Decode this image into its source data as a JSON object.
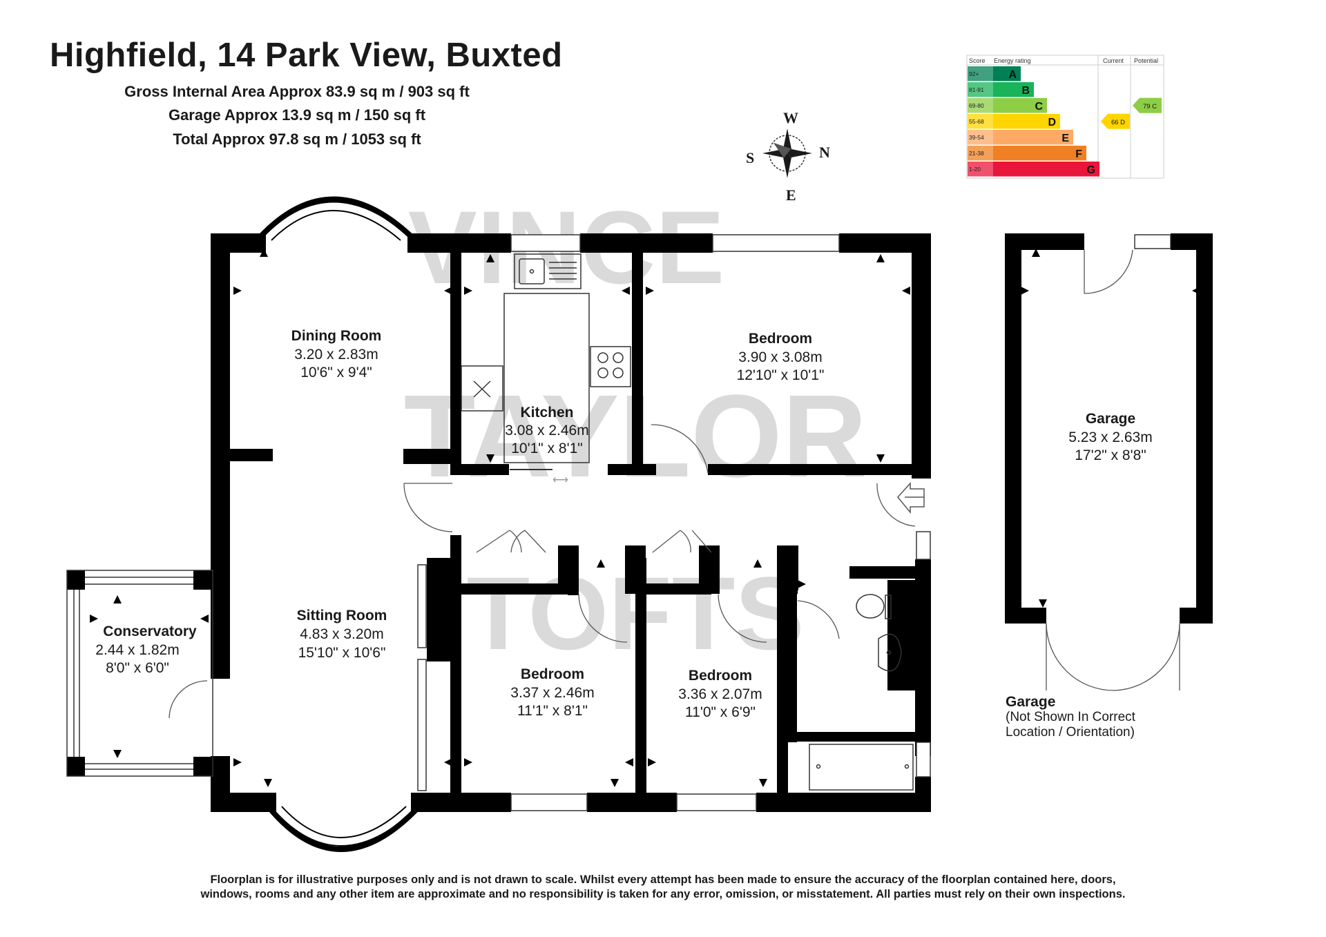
{
  "header": {
    "title": "Highfield, 14 Park View, Buxted",
    "gross_area": "Gross Internal Area Approx 83.9 sq m / 903 sq ft",
    "garage_area": "Garage Approx 13.9 sq m / 150 sq ft",
    "total_area": "Total Approx 97.8 sq m / 1053 sq ft"
  },
  "compass": {
    "w": "W",
    "n": "N",
    "s": "S",
    "e": "E"
  },
  "watermark": {
    "line1": "VINCE",
    "line2": "TAYLOR",
    "line3": "TOFTS"
  },
  "rooms": {
    "dining": {
      "name": "Dining Room",
      "metric": "3.20 x 2.83m",
      "imperial": "10'6\" x 9'4\""
    },
    "kitchen": {
      "name": "Kitchen",
      "metric": "3.08 x 2.46m",
      "imperial": "10'1\" x 8'1\""
    },
    "bedroom1": {
      "name": "Bedroom",
      "metric": "3.90 x 3.08m",
      "imperial": "12'10\" x 10'1\""
    },
    "sitting": {
      "name": "Sitting Room",
      "metric": "4.83 x 3.20m",
      "imperial": "15'10\" x 10'6\""
    },
    "conservatory": {
      "name": "Conservatory",
      "metric": "2.44 x 1.82m",
      "imperial": "8'0\" x 6'0\""
    },
    "bedroom2": {
      "name": "Bedroom",
      "metric": "3.37 x 2.46m",
      "imperial": "11'1\" x 8'1\""
    },
    "bedroom3": {
      "name": "Bedroom",
      "metric": "3.36 x 2.07m",
      "imperial": "11'0\" x 6'9\""
    },
    "garage": {
      "name": "Garage",
      "metric": "5.23 x 2.63m",
      "imperial": "17'2\" x 8'8\""
    }
  },
  "garage_note": {
    "heading": "Garage",
    "line1": "(Not Shown In Correct",
    "line2": "Location / Orientation)"
  },
  "epc": {
    "score_header": "Score",
    "rating_header": "Energy rating",
    "current_header": "Current",
    "potential_header": "Potential",
    "bands": [
      {
        "range": "92+",
        "letter": "A",
        "color": "#008054"
      },
      {
        "range": "81-91",
        "letter": "B",
        "color": "#19b459"
      },
      {
        "range": "69-80",
        "letter": "C",
        "color": "#8dce46"
      },
      {
        "range": "55-68",
        "letter": "D",
        "color": "#ffd500"
      },
      {
        "range": "39-54",
        "letter": "E",
        "color": "#fcaa65"
      },
      {
        "range": "21-38",
        "letter": "F",
        "color": "#ef8023"
      },
      {
        "range": "1-20",
        "letter": "G",
        "color": "#e9153b"
      }
    ],
    "current": {
      "label": "66 D",
      "value": 66,
      "color": "#ffd500"
    },
    "potential": {
      "label": "79 C",
      "value": 79,
      "color": "#8dce46"
    }
  },
  "disclaimer": {
    "line1": "Floorplan is for illustrative purposes only and is not drawn to scale. Whilst every attempt has been made to ensure the accuracy of the floorplan contained here, doors,",
    "line2": "windows, rooms  and any other item are approximate and no responsibility is taken for any error, omission, or misstatement. All parties must rely on their own inspections."
  }
}
